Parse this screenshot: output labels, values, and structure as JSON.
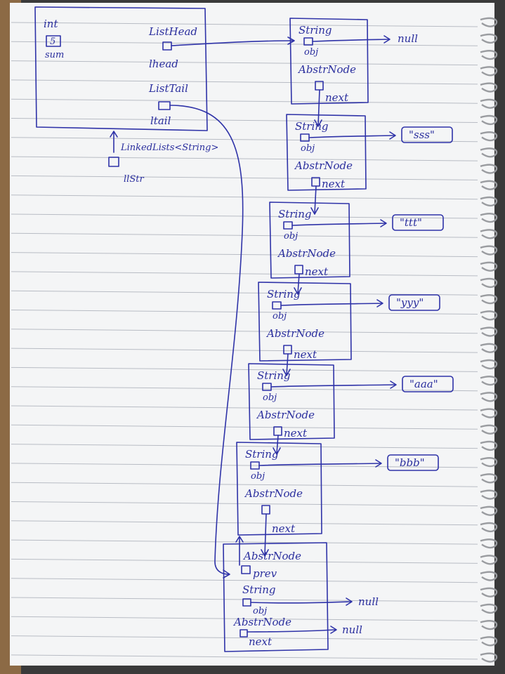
{
  "holder": {
    "type_int": "int",
    "sum_value": "5",
    "sum_name": "sum",
    "listhead_type": "ListHead",
    "listhead_name": "lhead",
    "listtail_type": "ListTail",
    "listtail_name": "ltail"
  },
  "reference": {
    "type": "LinkedLists<String>",
    "name": "llStr"
  },
  "nodes": [
    {
      "string_label": "String",
      "obj_label": "obj",
      "node_label": "AbstrNode",
      "next_label": "next",
      "value": "null"
    },
    {
      "string_label": "String",
      "obj_label": "obj",
      "node_label": "AbstrNode",
      "next_label": "next",
      "value": "\"sss\""
    },
    {
      "string_label": "String",
      "obj_label": "obj",
      "node_label": "AbstrNode",
      "next_label": "next",
      "value": "\"ttt\""
    },
    {
      "string_label": "String",
      "obj_label": "obj",
      "node_label": "AbstrNode",
      "next_label": "next",
      "value": "\"yyy\""
    },
    {
      "string_label": "String",
      "obj_label": "obj",
      "node_label": "AbstrNode",
      "next_label": "next",
      "value": "\"aaa\""
    },
    {
      "string_label": "String",
      "obj_label": "obj",
      "node_label": "AbstrNode",
      "next_label": "next",
      "value": "\"bbb\""
    }
  ],
  "tail_node": {
    "prev_type": "AbstrNode",
    "prev_label": "prev",
    "string_label": "String",
    "obj_label": "obj",
    "obj_value": "null",
    "node_label": "AbstrNode",
    "next_label": "next",
    "next_value": "null"
  },
  "colors": {
    "ink": "#2f33a8",
    "paper": "#f4f5f6",
    "rules": "#b8bcc4",
    "background": "#3a3a3a"
  }
}
